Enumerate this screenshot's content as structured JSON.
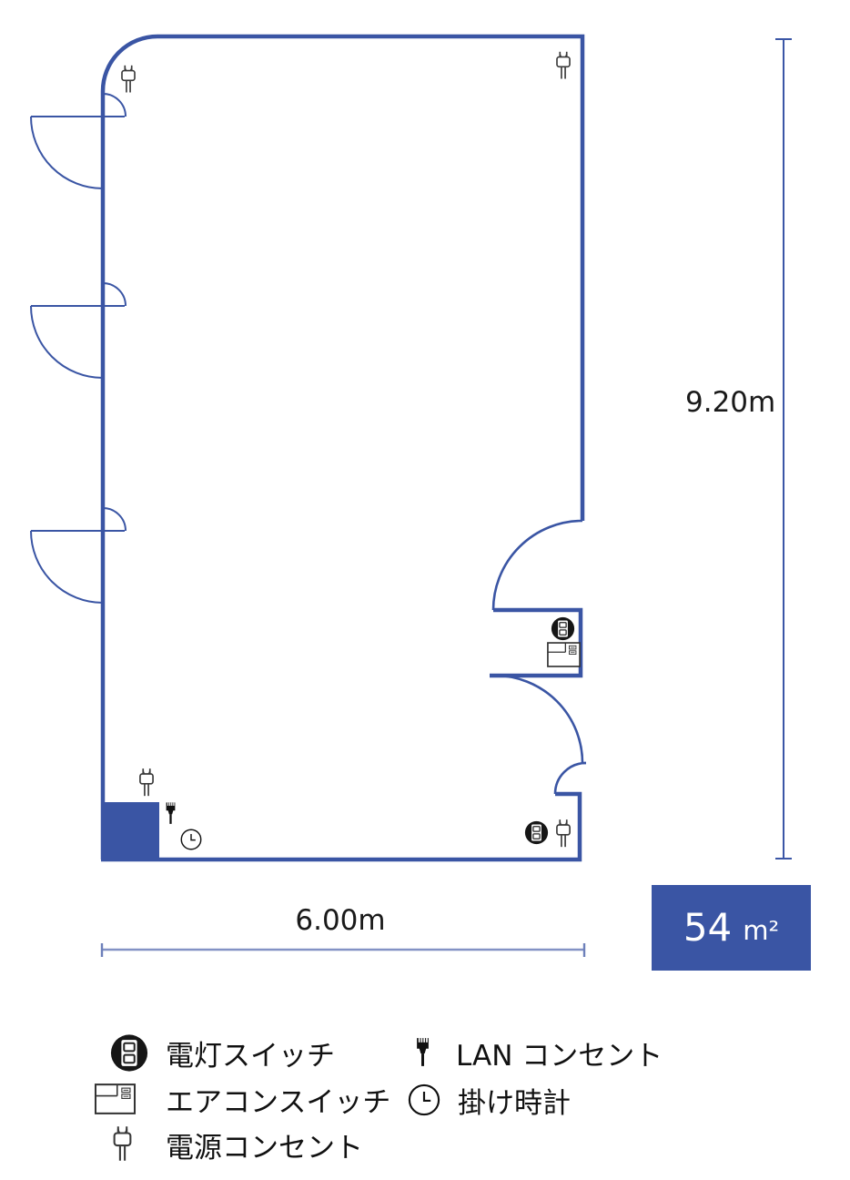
{
  "plan": {
    "height_label": "9.20m",
    "width_label": "6.00m",
    "area_value": "54",
    "area_unit": "m²",
    "colors": {
      "wall": "#3a55a4",
      "dimension_dark": "#3b56a6",
      "dimension_light": "#8392c5",
      "text": "#1a1a1a",
      "icon": "#2b2b2b"
    },
    "icons": [
      "power-outlet-icon-top-left",
      "power-outlet-icon-top-right",
      "power-outlet-icon-bottom-left",
      "power-outlet-icon-bottom-right",
      "light-switch-icon-niche",
      "aircon-switch-icon-niche",
      "light-switch-icon-bottom",
      "lan-outlet-icon-bottom-left",
      "wall-clock-icon-bottom-left"
    ]
  },
  "legend": {
    "items": [
      {
        "icon": "light-switch-icon",
        "label": "電灯スイッチ"
      },
      {
        "icon": "lan-outlet-icon",
        "label": "LAN コンセント"
      },
      {
        "icon": "aircon-switch-icon",
        "label": "エアコンスイッチ"
      },
      {
        "icon": "wall-clock-icon",
        "label": "掛け時計"
      },
      {
        "icon": "power-outlet-icon",
        "label": "電源コンセント"
      }
    ]
  }
}
